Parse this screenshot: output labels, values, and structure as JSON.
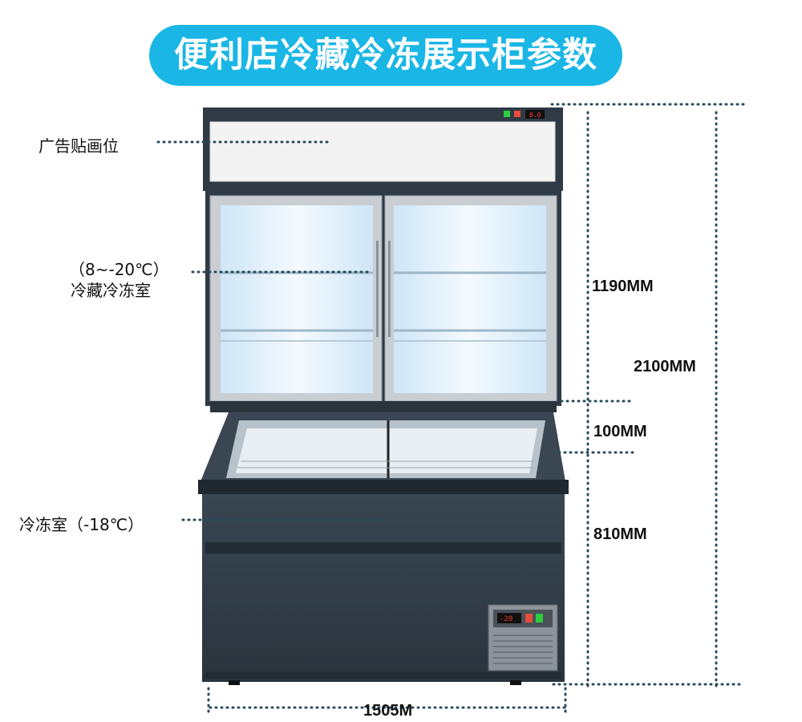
{
  "title": "便利店冷藏冷冻展示柜参数",
  "labels": {
    "ad_area": "广告贴画位",
    "upper_temp": "（8~-20℃）",
    "upper_name": "冷藏冷冻室",
    "lower": "冷冻室（-18℃）"
  },
  "dimensions": {
    "upper_height": "1190MM",
    "total_height": "2100MM",
    "gap": "100MM",
    "lower_height": "810MM",
    "width": "1505M"
  },
  "controller_display": "-20",
  "colors": {
    "title_bg": "#19b6e6",
    "cabinet": "#2f3a44",
    "dotted": "#2a4a5a"
  }
}
